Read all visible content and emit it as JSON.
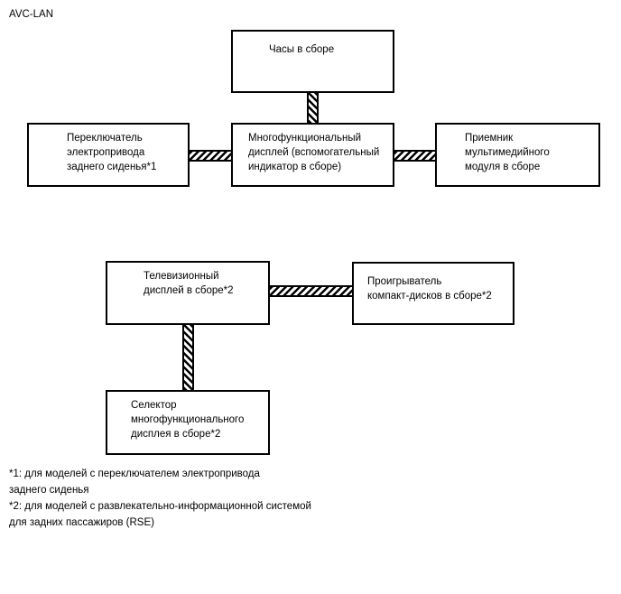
{
  "title": "AVC-LAN",
  "colors": {
    "ink": "#000000",
    "background": "#ffffff"
  },
  "nodes": {
    "clock": {
      "lines": [
        "Часы в сборе"
      ]
    },
    "seat_switch": {
      "lines": [
        "Переключатель",
        "электропривода",
        "заднего сиденья*1"
      ]
    },
    "multi_display": {
      "lines": [
        "Многофункциональный",
        "дисплей (вспомогательный",
        "индикатор в сборе)"
      ]
    },
    "receiver": {
      "lines": [
        "Приемник",
        "мультимедийного",
        "модуля в сборе"
      ]
    },
    "tv_display": {
      "lines": [
        "Телевизионный",
        "дисплей в сборе*2"
      ]
    },
    "cd_player": {
      "lines": [
        "Проигрыватель",
        "компакт-дисков в сборе*2"
      ]
    },
    "selector": {
      "lines": [
        "Селектор",
        "многофункционального",
        "дисплея в сборе*2"
      ]
    }
  },
  "connections": [
    {
      "from": "clock",
      "to": "multi_display",
      "orientation": "vertical",
      "style": "hatched-bar"
    },
    {
      "from": "seat_switch",
      "to": "multi_display",
      "orientation": "horizontal",
      "style": "hatched-bar"
    },
    {
      "from": "multi_display",
      "to": "receiver",
      "orientation": "horizontal",
      "style": "hatched-bar"
    },
    {
      "from": "tv_display",
      "to": "cd_player",
      "orientation": "horizontal",
      "style": "hatched-bar"
    },
    {
      "from": "tv_display",
      "to": "selector",
      "orientation": "vertical",
      "style": "hatched-bar"
    }
  ],
  "footnotes": {
    "fn1": {
      "lines": [
        "*1: для моделей с переключателем электропривода",
        "заднего сиденья"
      ]
    },
    "fn2": {
      "lines": [
        "*2: для моделей с развлекательно-информационной системой",
        "для задних пассажиров (RSE)"
      ]
    }
  }
}
